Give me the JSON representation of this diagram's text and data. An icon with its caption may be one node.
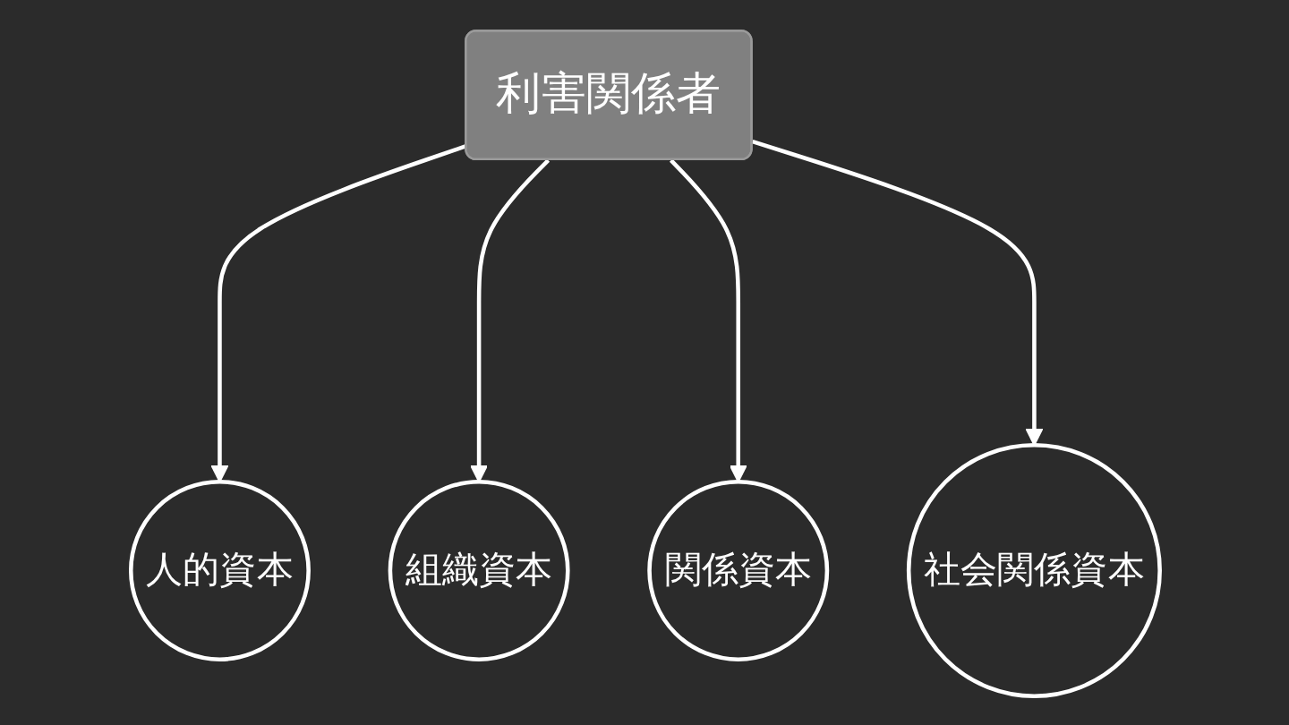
{
  "diagram": {
    "nodes": [
      {
        "text": [
          "利害関係者"
        ]
      },
      {
        "text": [
          "人的資本"
        ]
      },
      {
        "text": [
          "組織資本"
        ]
      },
      {
        "text": [
          "関係資本"
        ]
      },
      {
        "text": [
          "社会関係資本"
        ]
      }
    ],
    "edges": [
      {
        "from": 0,
        "to": 1,
        "arrow": "to"
      },
      {
        "from": 0,
        "to": 2,
        "arrow": "to"
      },
      {
        "from": 0,
        "to": 3,
        "arrow": "to"
      },
      {
        "from": 0,
        "to": 4,
        "arrow": "to"
      }
    ]
  }
}
